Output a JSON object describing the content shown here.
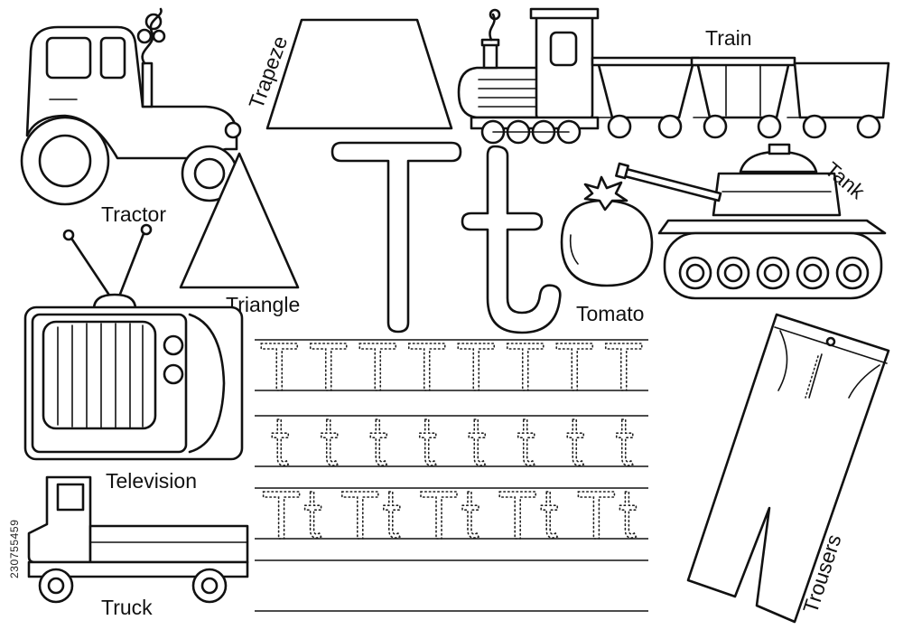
{
  "labels": {
    "tractor": "Tractor",
    "trapeze": "Trapeze",
    "train": "Train",
    "tank": "Tank",
    "triangle": "Triangle",
    "tomato": "Tomato",
    "television": "Television",
    "truck": "Truck",
    "trousers": "Trousers"
  },
  "letters": {
    "upper": "T",
    "lower": "t"
  },
  "tracing_rows": [
    {
      "pattern": "T",
      "repeat": 8
    },
    {
      "pattern": "t",
      "repeat": 8
    },
    {
      "pattern": "Tt",
      "repeat": 5
    }
  ],
  "stock_id": "230755459",
  "colors": {
    "ink": "#111111",
    "paper": "#ffffff"
  }
}
